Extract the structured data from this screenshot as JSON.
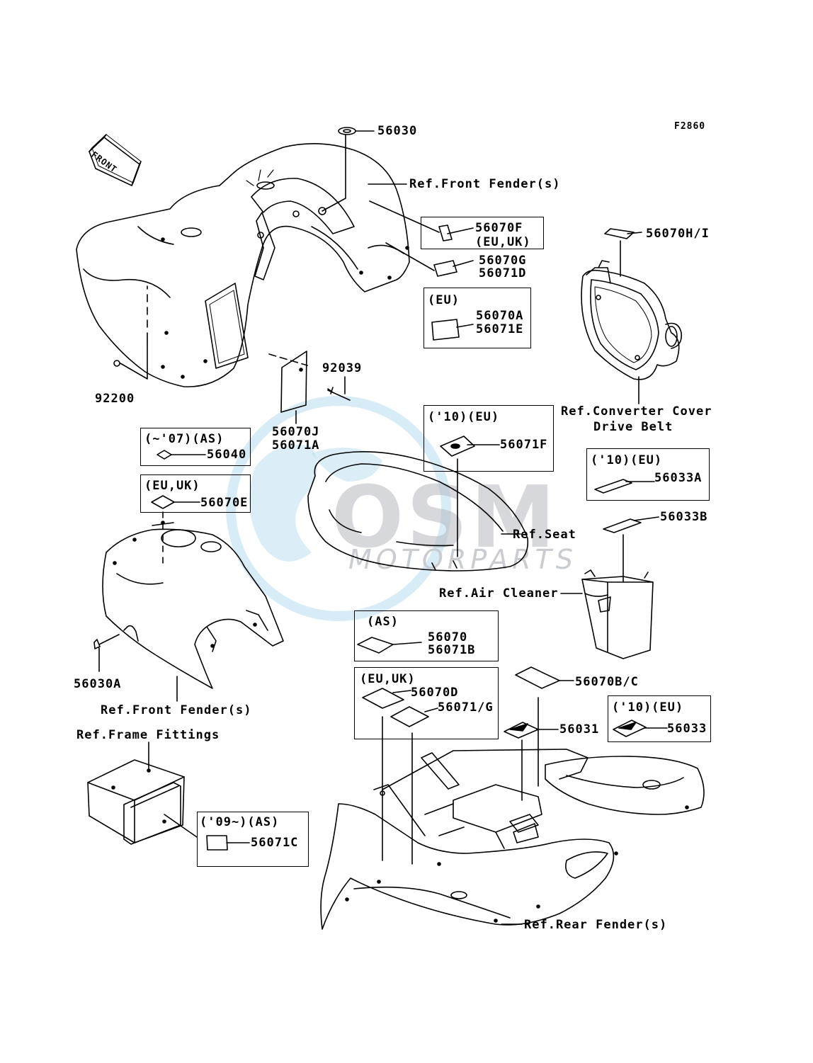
{
  "figure_code": "F2860",
  "direction": "FRONT",
  "watermark": {
    "logo": "OSM",
    "tagline": "MOTORPARTS",
    "color": "#4fa8d8"
  },
  "parts": {
    "p56030": "56030",
    "p92200": "92200",
    "p92039": "92039",
    "p56070J_56071A": [
      "56070J",
      "56071A"
    ],
    "p56040": "56040",
    "p56070E": "56070E",
    "p56030A": "56030A",
    "p56070F": "56070F",
    "p56070G_56071D": [
      "56070G",
      "56071D"
    ],
    "p56070A_56071E": [
      "56070A",
      "56071E"
    ],
    "p56070HI": "56070H/I",
    "p56071F": "56071F",
    "p56033A": "56033A",
    "p56033B": "56033B",
    "p56070_56071B": [
      "56070",
      "56071B"
    ],
    "p56070D": "56070D",
    "p56071G": "56071/G",
    "p56070BC": "56070B/C",
    "p56031": "56031",
    "p56033": "56033",
    "p56071C": "56071C"
  },
  "variants": {
    "eu_uk": "(EU,UK)",
    "eu": "(EU)",
    "as_07": "(~'07)(AS)",
    "eu_10": "('10)(EU)",
    "as": "(AS)",
    "as_09": "('09~)(AS)"
  },
  "references": {
    "front_fender_top": "Ref.Front Fender(s)",
    "converter_cover": [
      "Ref.Converter Cover",
      "Drive Belt"
    ],
    "seat": "Ref.Seat",
    "air_cleaner": "Ref.Air Cleaner",
    "front_fender_bottom": "Ref.Front Fender(s)",
    "frame_fittings": "Ref.Frame Fittings",
    "rear_fender": "Ref.Rear Fender(s)"
  }
}
